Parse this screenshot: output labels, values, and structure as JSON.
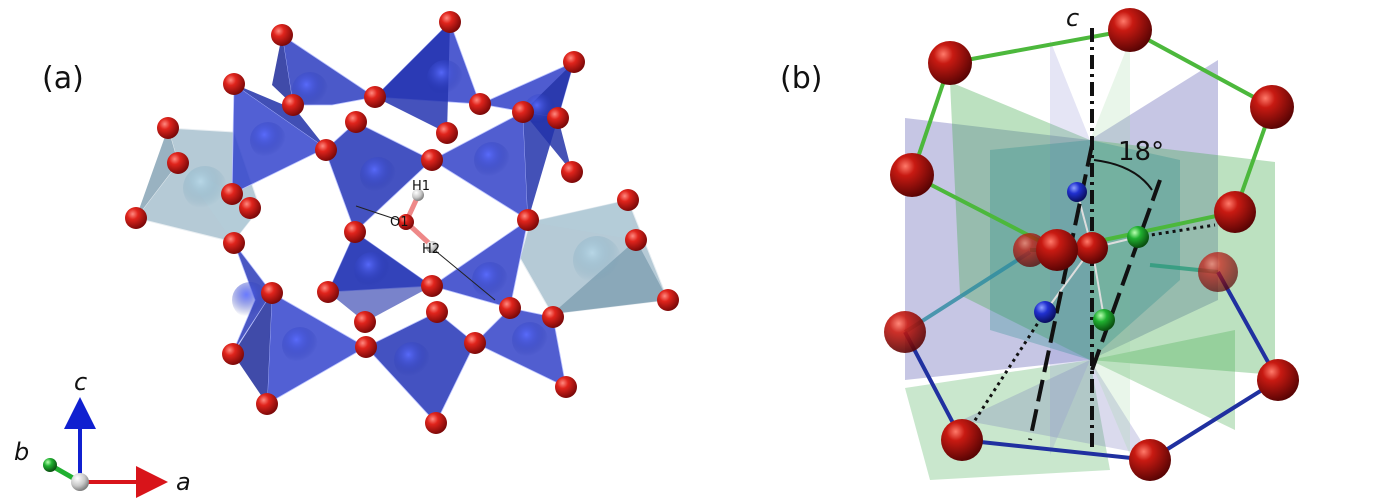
{
  "panel_a": {
    "label": "(a)",
    "atoms": {
      "h1": "H1",
      "o1": "O1",
      "h2": "H2"
    },
    "axes": {
      "a": "a",
      "b": "b",
      "c": "c"
    }
  },
  "panel_b": {
    "label": "(b)",
    "axis": "c",
    "angle": "18°"
  },
  "colors": {
    "oxygen": "#c0141a",
    "tetrahedron": "#2f3fc8",
    "octahedron": "#8fb0c0",
    "green_plane": "#3ea84a",
    "blue_plane": "#6a6ab8",
    "bond_green": "#4cb83c",
    "bond_blue": "#2030a0"
  }
}
